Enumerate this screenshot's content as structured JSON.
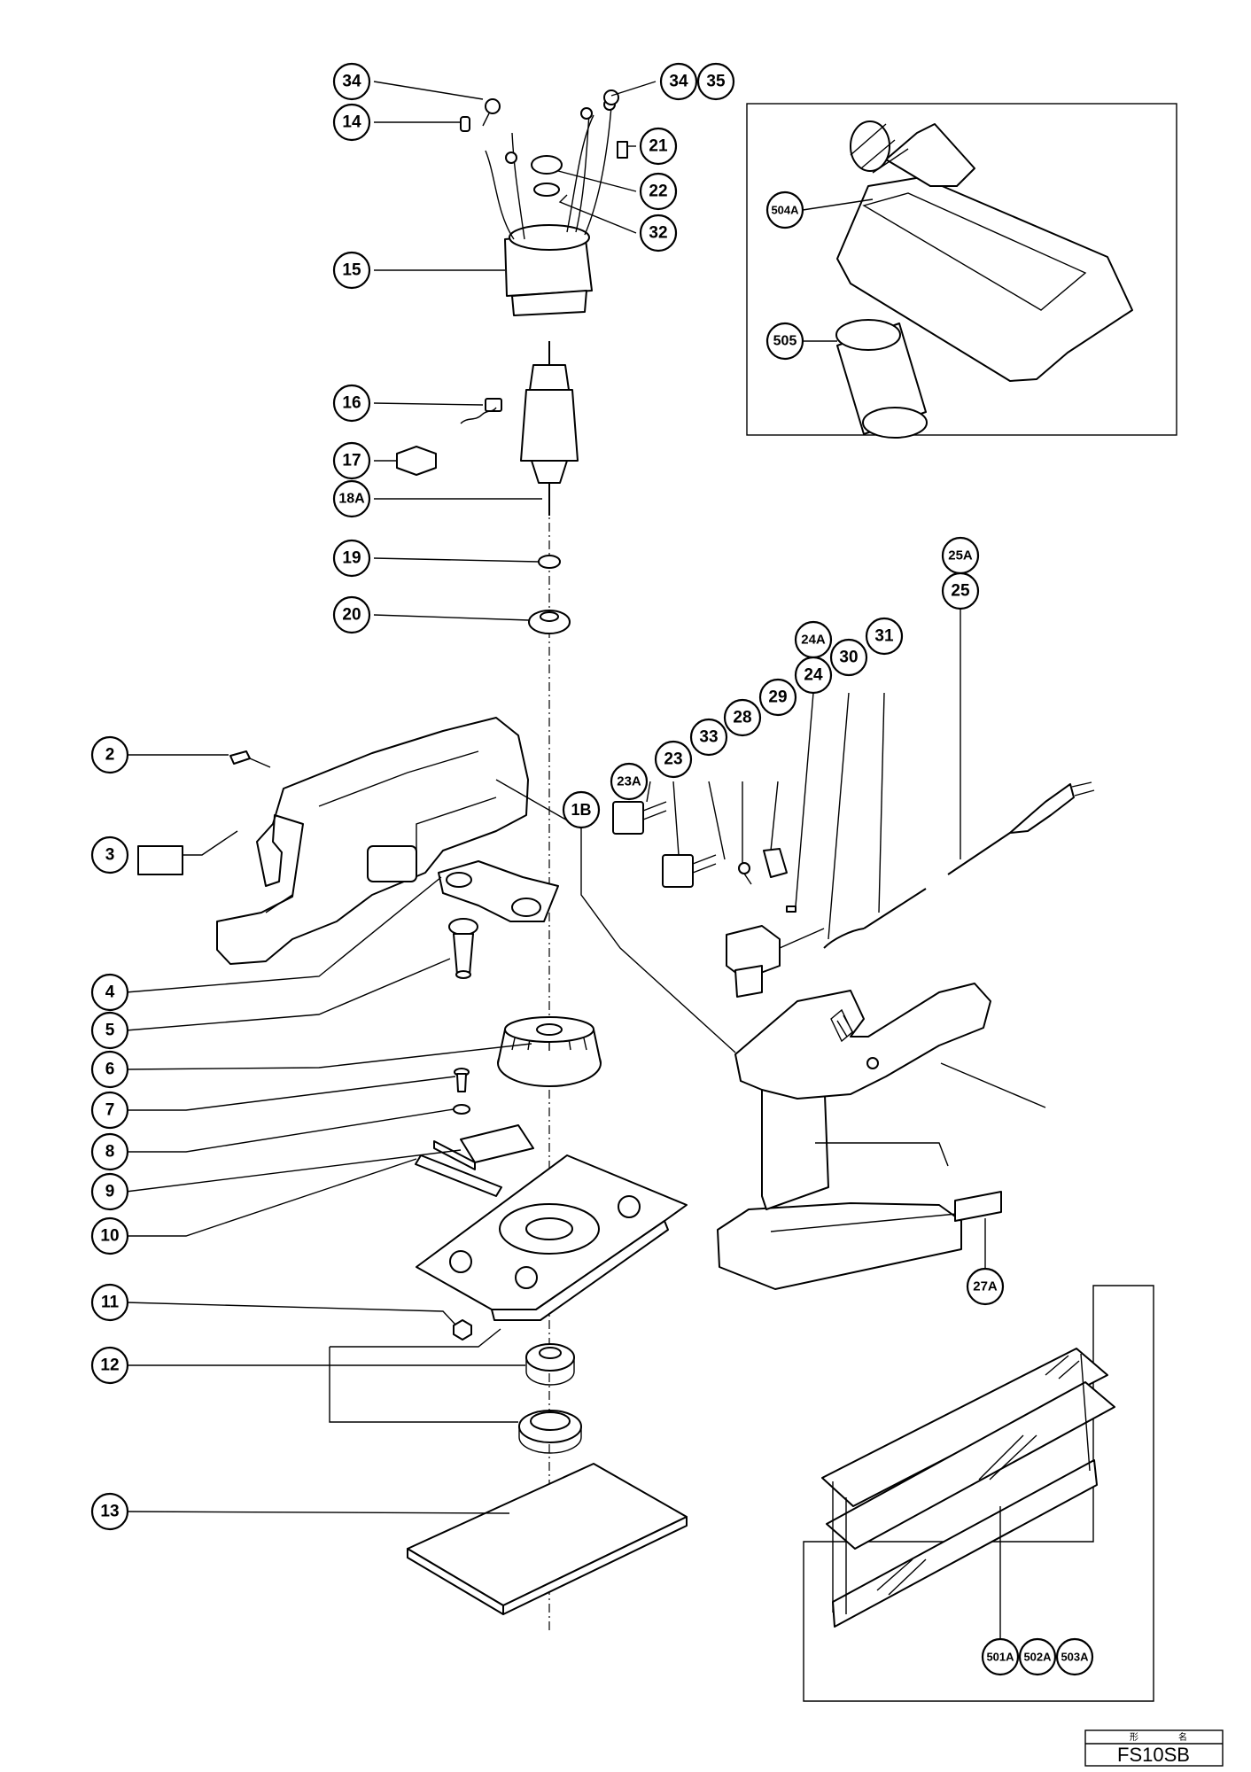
{
  "callouts": {
    "c34a": "34",
    "c34b": "34",
    "c35": "35",
    "c14": "14",
    "c21": "21",
    "c22": "22",
    "c32": "32",
    "c15": "15",
    "c16": "16",
    "c17": "17",
    "c18a": "18A",
    "c19": "19",
    "c20": "20",
    "c2": "2",
    "c3": "3",
    "c4": "4",
    "c5": "5",
    "c6": "6",
    "c7": "7",
    "c8": "8",
    "c9": "9",
    "c10": "10",
    "c11": "11",
    "c12": "12",
    "c13": "13",
    "c1b": "1B",
    "c23a": "23A",
    "c23": "23",
    "c33": "33",
    "c28": "28",
    "c29": "29",
    "c24a": "24A",
    "c24": "24",
    "c30": "30",
    "c31": "31",
    "c25a": "25A",
    "c25": "25",
    "c27a": "27A",
    "c504a": "504A",
    "c505": "505",
    "c501a": "501A",
    "c502a": "502A",
    "c503a": "503A"
  },
  "model_box": {
    "header_left": "形",
    "header_right": "名",
    "model": "FS10SB"
  }
}
